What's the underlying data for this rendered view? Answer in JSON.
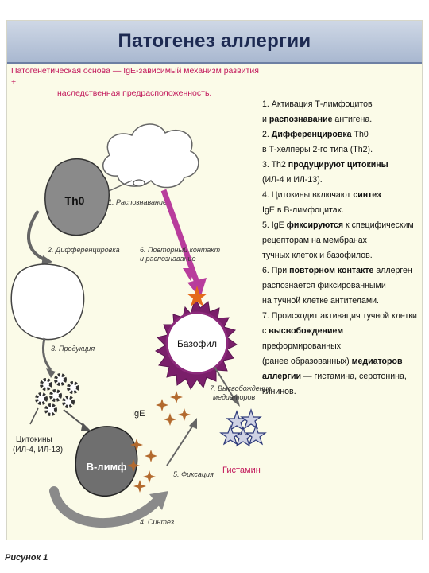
{
  "title": "Патогенез аллергии",
  "subtitle": {
    "line1": "Патогенетическая основа — IgE-зависимый механизм развития +",
    "line2": "наследственная предрасположенность."
  },
  "steps": [
    {
      "parts": [
        {
          "t": "1. Активация Т-лимфоцитов",
          "b": false
        },
        {
          "t": "и ",
          "b": false,
          "br": true
        },
        {
          "t": "распознавание",
          "b": true
        },
        {
          "t": " антигена.",
          "b": false
        }
      ]
    },
    {
      "parts": [
        {
          "t": "2. ",
          "b": false
        },
        {
          "t": "Дифференцировка",
          "b": true
        },
        {
          "t": " Th0",
          "b": false
        },
        {
          "t": "в Т-хелперы 2-го типа (Th2).",
          "b": false,
          "br": true
        }
      ]
    },
    {
      "parts": [
        {
          "t": "3. Th2 ",
          "b": false
        },
        {
          "t": "продуцируют цитокины",
          "b": true
        },
        {
          "t": "(ИЛ-4 и ИЛ-13).",
          "b": false,
          "br": true
        }
      ]
    },
    {
      "parts": [
        {
          "t": "4. Цитокины включают ",
          "b": false
        },
        {
          "t": "синтез",
          "b": true
        },
        {
          "t": "IgE в В-лимфоцитах.",
          "b": false,
          "br": true
        }
      ]
    },
    {
      "parts": [
        {
          "t": "5. IgE ",
          "b": false
        },
        {
          "t": "фиксируются",
          "b": true
        },
        {
          "t": " к специфическим",
          "b": false
        },
        {
          "t": "рецепторам на мембранах",
          "b": false,
          "br": true
        },
        {
          "t": "тучных клеток и базофилов.",
          "b": false,
          "br": true
        }
      ]
    },
    {
      "parts": [
        {
          "t": "6. При ",
          "b": false
        },
        {
          "t": "повторном контакте",
          "b": true
        },
        {
          "t": " аллерген",
          "b": false
        },
        {
          "t": "распознается фиксированными",
          "b": false,
          "br": true
        },
        {
          "t": "на тучной клетке антителами.",
          "b": false,
          "br": true
        }
      ]
    },
    {
      "parts": [
        {
          "t": "7. Происходит активация тучной клетки",
          "b": false
        },
        {
          "t": "с ",
          "b": false,
          "br": true
        },
        {
          "t": "высвобождением",
          "b": true
        },
        {
          "t": " преформированных",
          "b": false
        },
        {
          "t": "(ранее образованных) ",
          "b": false,
          "br": true
        },
        {
          "t": "медиаторов",
          "b": true
        },
        {
          "t": "аллергии",
          "b": true,
          "br": true
        },
        {
          "t": " — гистамина, серотонина,",
          "b": false
        },
        {
          "t": "кининов.",
          "b": false,
          "br": true
        }
      ]
    }
  ],
  "diagram": {
    "th0": "Th0",
    "bazofil": "Базофил",
    "blimf": "В-лимф",
    "ige": "IgE",
    "cytokines_l1": "Цитокины",
    "cytokines_l2": "(ИЛ-4, ИЛ-13)",
    "histamine": "Гистамин",
    "step1": "1. Распознавание",
    "step2": "2. Дифференцировка",
    "step3": "3. Продукция",
    "step4": "4. Синтез",
    "step5": "5. Фиксация",
    "step6_l1": "6. Повторный контакт",
    "step6_l2": "и распознавание",
    "step7_l1": "7. Высвобождение",
    "step7_l2": "медиаторов"
  },
  "caption": "Рисунок 1",
  "colors": {
    "accent": "#c2185b",
    "magenta_arrow": "#b83c9c",
    "basophil_ring": "#7a1f6a",
    "title_text": "#1d2a52"
  }
}
